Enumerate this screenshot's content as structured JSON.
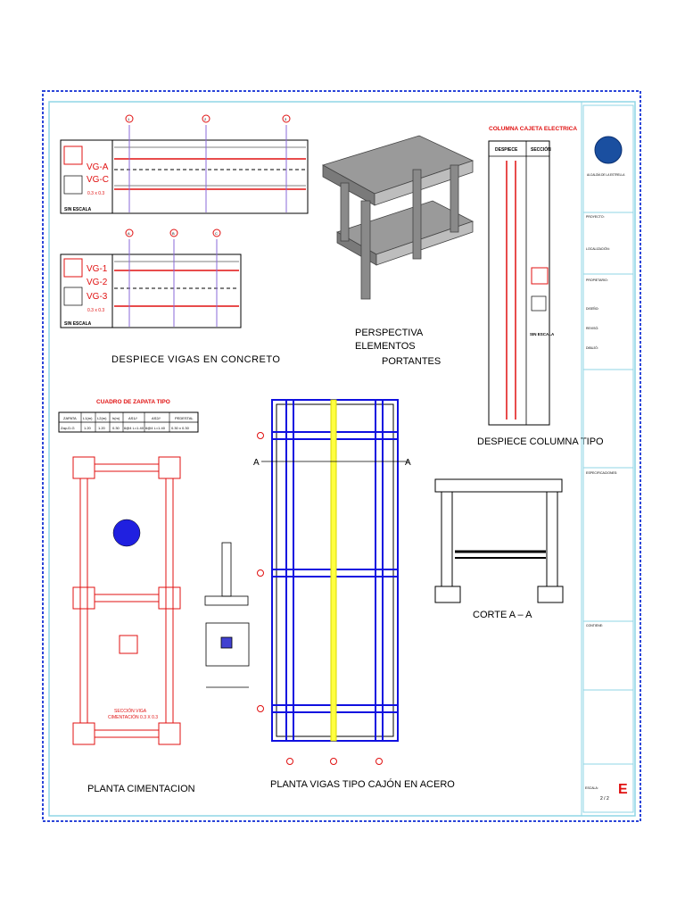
{
  "sheet": {
    "titles": {
      "beams": "DESPIECE VIGAS EN CONCRETO",
      "perspective": [
        "PERSPECTIVA",
        "ELEMENTOS",
        "PORTANTES"
      ],
      "column": "DESPIECE COLUMNA TIPO",
      "foundation": "PLANTA CIMENTACION",
      "steel_plan": "PLANTA VIGAS TIPO CAJÓN EN ACERO",
      "section": "CORTE A – A",
      "column_box": "COLUMNA CAJETA ELECTRICA",
      "footing_table": "CUADRO DE ZAPATA TIPO",
      "beam_section": [
        "SECCIÓN VIGA",
        "CIMENTACIÓN 0.3 X 0.3"
      ]
    },
    "beam_groups": [
      {
        "labels": [
          "VG-A",
          "VG-C"
        ],
        "size": "0.3 x 0.3",
        "scale": "SIN ESCALA",
        "axes": [
          "1",
          "2",
          "3"
        ]
      },
      {
        "labels": [
          "VG-1",
          "VG-2",
          "VG-3"
        ],
        "size": "0.3 x 0.3",
        "scale": "SIN ESCALA",
        "axes": [
          "A",
          "B",
          "C"
        ]
      }
    ],
    "column_table": {
      "headers": [
        "DESPIECE",
        "SECCIÓN"
      ],
      "scale": "SIN ESCALA"
    },
    "footing_table": {
      "headers": [
        "ZAPATA",
        "L1(m)",
        "L2(m)",
        "h(m)",
        "AS1//",
        "AS2//",
        "PEDESTAL"
      ],
      "row": [
        "Zap-D-G",
        "1.20",
        "1.20",
        "0.30",
        "6@4  L=1.40",
        "6@4  L=1.40",
        "0.30 x 0.30"
      ]
    },
    "section_marker": "A",
    "title_block": {
      "logo_caption": "ALCALDÍA DE LA ESTRELLA",
      "project_label": "PROYECTO:",
      "location_label": "LOCALIZACIÓN:",
      "owner_label": "PROPIETARIO:",
      "design_label": "DISEÑO:",
      "review_label": "REVISÓ:",
      "drawing_label": "DIBUJÓ:",
      "specs_label": "ESPECIFICACIONES:",
      "content_label": "CONTIENE:",
      "scale_label": "ESCALA:",
      "sheet_no": "2 / 2",
      "sheet_letter": "E"
    },
    "colors": {
      "frame": "#7fcfdf",
      "outer_frame": "#1f3fd0",
      "rebar": "#e01010",
      "steel": "#1010e0",
      "highlight": "#ffff00",
      "ink": "#000000"
    }
  }
}
